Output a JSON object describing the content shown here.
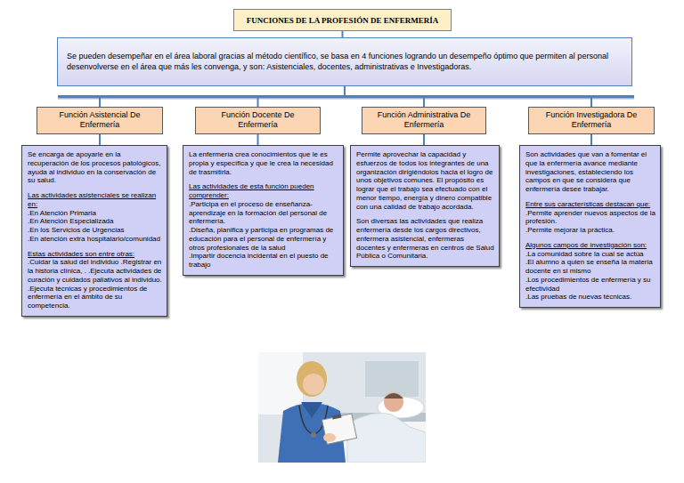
{
  "diagram": {
    "nodes": [
      {
        "text": [
          "FUNCIONES DE LA PROFESIÓN DE ENFERMERÍA"
        ]
      },
      {
        "text": [
          "Se pueden desempeñar en el área laboral gracias al método científico, se basa en 4 funciones logrando un desempeño óptimo que permiten al personal desenvolverse en el área que más les convenga, y son: Asistenciales, docentes, administrativas e Investigadoras."
        ]
      },
      {
        "text": [
          "Función Asistencial De Enfermería"
        ]
      },
      {
        "text": [
          "Función Docente De Enfermería"
        ]
      },
      {
        "text": [
          "Función Administrativa De Enfermería"
        ]
      },
      {
        "text": [
          "Función Investigadora De Enfermería"
        ]
      },
      {
        "text": [
          "Se encarga de apoyarle en la recuperación de los procesos patológicos, ayuda al individuo en la conservación de su salud.",
          "Las actividades asistenciales se realizan en:",
          ".En Atención Primaria",
          ".En Atención Especializada",
          ".En los Servicios de Urgencias",
          ".En atención extra hospitalario/comunidad",
          "Estas actividades son entre otras:",
          ".Cuidar la salud del individuo .Registrar en la historia clínica, . .Ejecuta actividades de curación y cuidados paliativos al individuo. .Ejecuta técnicas y procedimientos de enfermería en el ámbito de su competencia."
        ]
      },
      {
        "text": [
          "La enfermería crea conocimientos que le es propia y específica y que le crea la necesidad de trasmitirla.",
          "Las actividades de esta función pueden comprender:",
          ".Participa en el proceso de enseñanza-aprendizaje en la formación del personal de enfermería.",
          ".Diseña, planifica y participa en programas de educación para el personal de enfermería y otros profesionales de la salud",
          ".Impartir docencia incidental en el puesto de trabajo"
        ]
      },
      {
        "text": [
          "Permite aprovechar la capacidad y esfuerzos de todos los integrantes de una organización dirigiéndolos hacia el logro de unos objetivos comunes. El propósito es lograr que el trabajo sea efectuado con el menor tiempo, energía y dinero compatible con una calidad de trabajo acordada.",
          "Son diversas las actividades que realiza enfermería desde los cargos directivos, enfermera asistencial, enfermeras docentes y enfermeras en centros de Salud Pública o Comunitaria."
        ]
      },
      {
        "text": [
          "Son actividades que van a fomentar el que la enfermería avance mediante investigaciones, estableciendo los campos en que se considera que enfermería desee trabajar.",
          "Entre sus características destacan que:",
          ".Permite aprender nuevos aspectos de la profesión.",
          ".Permite mejorar la práctica.",
          "Algunos campos de investigación son:",
          ".La comunidad sobre la cual se actúa",
          ".El alumno a quien se enseña la materia docente en si mismo",
          ".Los procedimientos de enfermería y su efectividad",
          ".Las pruebas de nuevas técnicas."
        ]
      }
    ],
    "edges": [
      {
        "from": 0,
        "to": 1,
        "arrow": "none"
      },
      {
        "from": 1,
        "to": 2,
        "arrow": "none"
      },
      {
        "from": 1,
        "to": 3,
        "arrow": "none"
      },
      {
        "from": 1,
        "to": 4,
        "arrow": "none"
      },
      {
        "from": 1,
        "to": 5,
        "arrow": "none"
      },
      {
        "from": 2,
        "to": 6,
        "arrow": "none"
      },
      {
        "from": 3,
        "to": 7,
        "arrow": "none"
      },
      {
        "from": 4,
        "to": 8,
        "arrow": "none"
      },
      {
        "from": 5,
        "to": 9,
        "arrow": "none"
      }
    ]
  }
}
